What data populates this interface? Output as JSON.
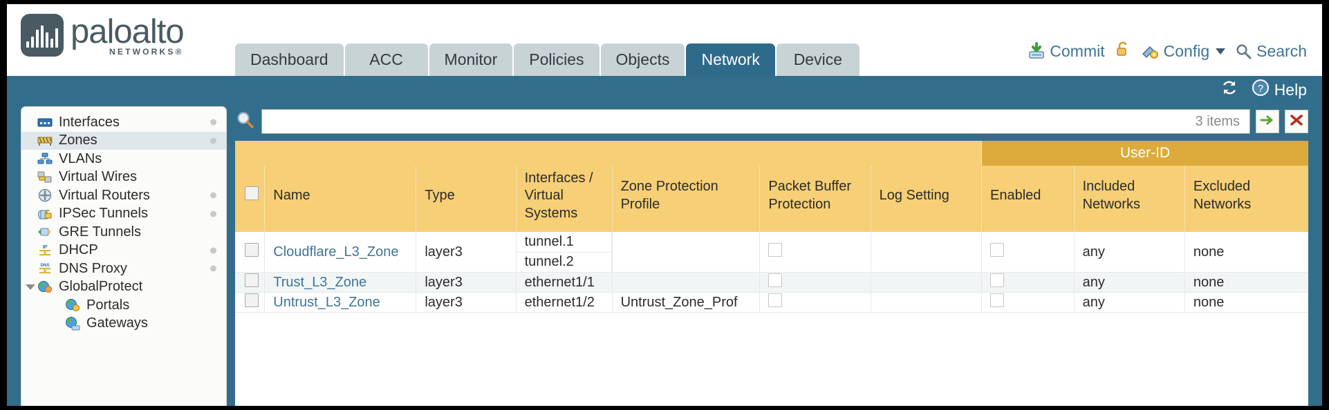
{
  "brand": {
    "name": "paloalto",
    "tagline": "NETWORKS",
    "registered": "®"
  },
  "tabs": [
    {
      "label": "Dashboard",
      "active": false
    },
    {
      "label": "ACC",
      "active": false
    },
    {
      "label": "Monitor",
      "active": false
    },
    {
      "label": "Policies",
      "active": false
    },
    {
      "label": "Objects",
      "active": false
    },
    {
      "label": "Network",
      "active": true
    },
    {
      "label": "Device",
      "active": false
    }
  ],
  "top_actions": {
    "commit": "Commit",
    "config": "Config",
    "search": "Search",
    "lock_icon": "unlock-icon",
    "commit_icon": "commit-save-icon",
    "config_icon": "config-key-wrench-icon",
    "search_icon": "magnifier-icon",
    "caret_icon": "chevron-down-icon"
  },
  "utility_bar": {
    "refresh_icon": "refresh-icon",
    "help": "Help",
    "help_icon": "question-circle-icon"
  },
  "sidebar": {
    "items": [
      {
        "label": "Interfaces",
        "icon": "interfaces-icon",
        "selected": false,
        "dot": true,
        "child": false,
        "expander": false
      },
      {
        "label": "Zones",
        "icon": "zones-icon",
        "selected": true,
        "dot": true,
        "child": false,
        "expander": false
      },
      {
        "label": "VLANs",
        "icon": "vlans-icon",
        "selected": false,
        "dot": false,
        "child": false,
        "expander": false
      },
      {
        "label": "Virtual Wires",
        "icon": "virtual-wires-icon",
        "selected": false,
        "dot": false,
        "child": false,
        "expander": false
      },
      {
        "label": "Virtual Routers",
        "icon": "virtual-routers-icon",
        "selected": false,
        "dot": true,
        "child": false,
        "expander": false
      },
      {
        "label": "IPSec Tunnels",
        "icon": "ipsec-tunnels-icon",
        "selected": false,
        "dot": true,
        "child": false,
        "expander": false
      },
      {
        "label": "GRE Tunnels",
        "icon": "gre-tunnels-icon",
        "selected": false,
        "dot": false,
        "child": false,
        "expander": false
      },
      {
        "label": "DHCP",
        "icon": "dhcp-icon",
        "selected": false,
        "dot": true,
        "child": false,
        "expander": false
      },
      {
        "label": "DNS Proxy",
        "icon": "dns-proxy-icon",
        "selected": false,
        "dot": true,
        "child": false,
        "expander": false
      },
      {
        "label": "GlobalProtect",
        "icon": "globalprotect-icon",
        "selected": false,
        "dot": false,
        "child": false,
        "expander": true
      },
      {
        "label": "Portals",
        "icon": "portals-icon",
        "selected": false,
        "dot": false,
        "child": true,
        "expander": false
      },
      {
        "label": "Gateways",
        "icon": "gateways-icon",
        "selected": false,
        "dot": false,
        "child": true,
        "expander": false
      }
    ]
  },
  "search": {
    "value": "",
    "placeholder": "",
    "items_count": "3 items",
    "icon": "magnifier-icon",
    "apply_icon": "green-arrow-icon",
    "clear_icon": "red-x-icon"
  },
  "table": {
    "group_header": "User-ID",
    "columns": [
      "Name",
      "Type",
      "Interfaces / Virtual Systems",
      "Zone Protection Profile",
      "Packet Buffer Protection",
      "Log Setting",
      "Enabled",
      "Included Networks",
      "Excluded Networks"
    ],
    "rows": [
      {
        "selected": false,
        "name": "Cloudflare_L3_Zone",
        "type": "layer3",
        "interfaces": [
          "tunnel.1",
          "tunnel.2"
        ],
        "zone_protection_profile": "",
        "packet_buffer_protection": false,
        "log_setting": "",
        "userid_enabled": false,
        "included_networks": "any",
        "excluded_networks": "none"
      },
      {
        "selected": false,
        "name": "Trust_L3_Zone",
        "type": "layer3",
        "interfaces": [
          "ethernet1/1"
        ],
        "zone_protection_profile": "",
        "packet_buffer_protection": false,
        "log_setting": "",
        "userid_enabled": false,
        "included_networks": "any",
        "excluded_networks": "none"
      },
      {
        "selected": false,
        "name": "Untrust_L3_Zone",
        "type": "layer3",
        "interfaces": [
          "ethernet1/2"
        ],
        "zone_protection_profile": "Untrust_Zone_Prof",
        "packet_buffer_protection": false,
        "log_setting": "",
        "userid_enabled": false,
        "included_networks": "any",
        "excluded_networks": "none"
      }
    ]
  },
  "colors": {
    "brand_blue": "#336d8c",
    "active_tab": "#2e6a8a",
    "tab_bg": "#c8d3d6",
    "header_yellow": "#f6cf76",
    "group_yellow": "#ddab3b",
    "link_blue": "#3d7495"
  }
}
